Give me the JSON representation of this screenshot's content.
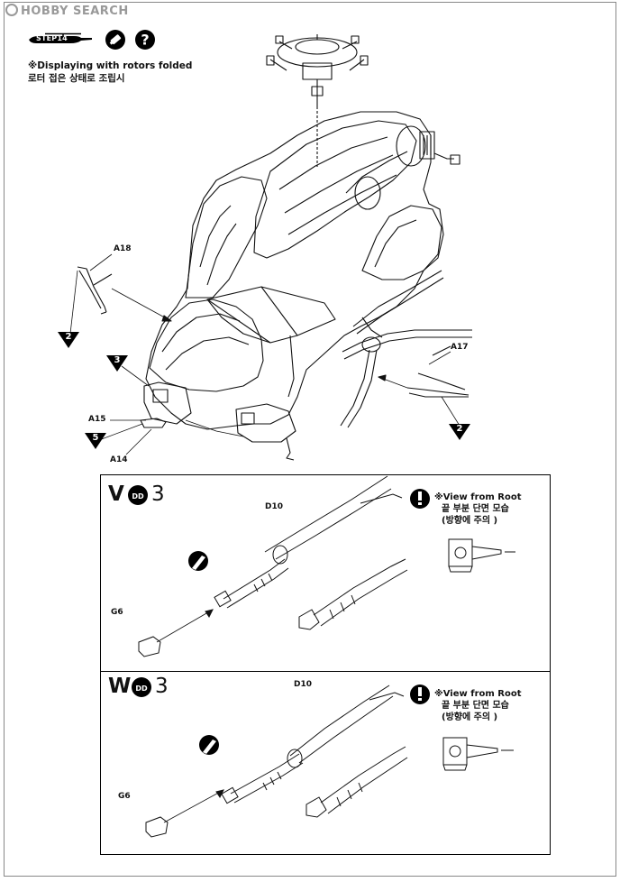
{
  "header": {
    "watermark": "HOBBY SEARCH",
    "step_label": "STEP14"
  },
  "note": {
    "line1": "※Displaying with rotors folded",
    "line2": "로터 접은 상태로 조립시"
  },
  "main_callouts": {
    "a18": "A18",
    "a17": "A17",
    "a15": "A15",
    "a14": "A14",
    "tri_2_left": "2",
    "tri_2_right": "2",
    "tri_3": "3",
    "tri_5": "5"
  },
  "subassembly_v": {
    "letter": "V",
    "count": "3",
    "part_d10": "D10",
    "part_g6": "G6",
    "view_line1": "※View from Root",
    "view_line2": "끝 부분 단면 모습",
    "view_line3": "(방향에 주의 )"
  },
  "subassembly_w": {
    "letter": "W",
    "count": "3",
    "part_d10": "D10",
    "part_g6": "G6",
    "view_line1": "※View from Root",
    "view_line2": "끝 부분 단면 모습",
    "view_line3": "(방향에 주의 )"
  }
}
